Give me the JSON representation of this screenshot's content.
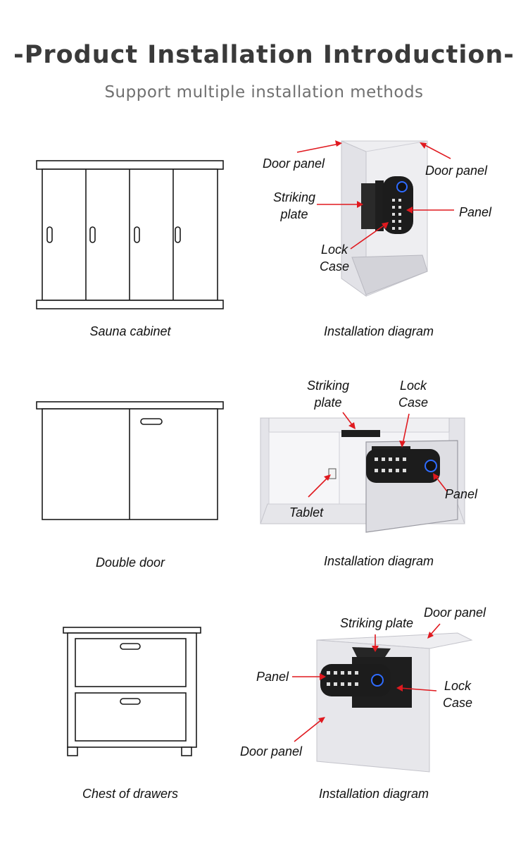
{
  "header": {
    "title": "-Product Installation Introduction-",
    "subtitle": "Support multiple installation methods"
  },
  "sections": [
    {
      "furniture_caption": "Sauna cabinet",
      "diagram_caption": "Installation diagram",
      "labels": {
        "door_panel_left": "Door panel",
        "door_panel_right": "Door panel",
        "striking_plate": [
          "Striking",
          "plate"
        ],
        "panel": "Panel",
        "lock_case": [
          "Lock",
          "Case"
        ]
      }
    },
    {
      "furniture_caption": "Double door",
      "diagram_caption": "Installation diagram",
      "labels": {
        "striking_plate": [
          "Striking",
          "plate"
        ],
        "lock_case": [
          "Lock",
          "Case"
        ],
        "panel": "Panel",
        "tablet": "Tablet"
      }
    },
    {
      "furniture_caption": "Chest of drawers",
      "diagram_caption": "Installation diagram",
      "labels": {
        "door_panel_top": "Door panel",
        "striking_plate": "Striking plate",
        "panel": "Panel",
        "lock_case": [
          "Lock",
          "Case"
        ],
        "door_panel_bottom": "Door panel"
      }
    }
  ],
  "colors": {
    "arrow": "#e0191f",
    "title": "#3a3a3a",
    "subtitle": "#707070",
    "lock_body": "#1c1c1c",
    "fingerprint_ring": "#2f6cff"
  },
  "icons": [
    "red-arrow-icon",
    "fingerprint-sensor-icon",
    "keypad-icon"
  ]
}
